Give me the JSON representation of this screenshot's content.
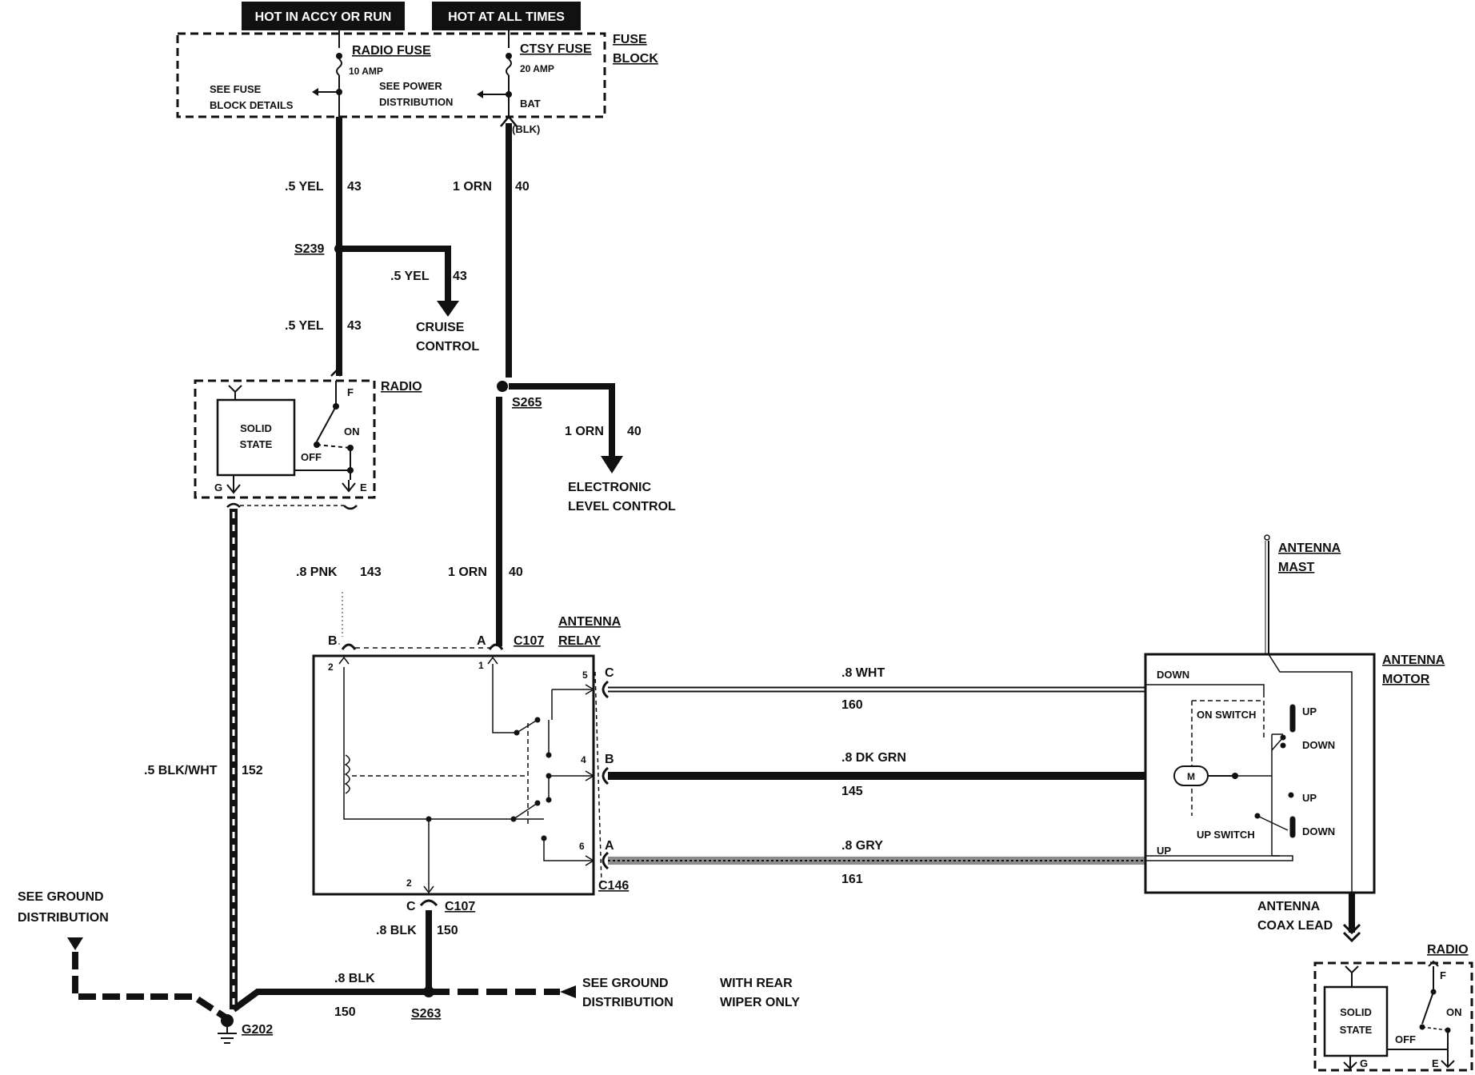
{
  "header": {
    "hot_accy_run": "HOT IN ACCY OR RUN",
    "hot_all_times": "HOT AT ALL TIMES"
  },
  "fuse_block": {
    "title_line1": "FUSE",
    "title_line2": "BLOCK",
    "radio_fuse": "RADIO FUSE",
    "radio_fuse_rating": "10 AMP",
    "ctsy_fuse": "CTSY FUSE",
    "ctsy_fuse_rating": "20 AMP",
    "see_fuse_line1": "SEE FUSE",
    "see_fuse_line2": "BLOCK DETAILS",
    "see_power_line1": "SEE POWER",
    "see_power_line2": "DISTRIBUTION",
    "bat": "BAT",
    "blk": "(BLK)"
  },
  "wires": {
    "yel_top": ".5 YEL",
    "yel_top_num": "43",
    "orn_top": "1 ORN",
    "orn_top_num": "40",
    "s239": "S239",
    "yel_branch": ".5 YEL",
    "yel_branch_num": "43",
    "cruise_line1": "CRUISE",
    "cruise_line2": "CONTROL",
    "yel_low": ".5 YEL",
    "yel_low_num": "43",
    "s265": "S265",
    "orn_branch": "1 ORN",
    "orn_branch_num": "40",
    "elc_line1": "ELECTRONIC",
    "elc_line2": "LEVEL CONTROL",
    "pnk": ".8 PNK",
    "pnk_num": "143",
    "orn_low": "1 ORN",
    "orn_low_num": "40",
    "blkwht": ".5 BLK/WHT",
    "blkwht_num": "152",
    "wht": ".8 WHT",
    "wht_num": "160",
    "dkgrn": ".8 DK GRN",
    "dkgrn_num": "145",
    "gry": ".8 GRY",
    "gry_num": "161",
    "blk_relay": ".8 BLK",
    "blk_relay_num": "150",
    "blk_bottom": ".8 BLK",
    "blk_bottom_num": "150"
  },
  "radio_top": {
    "title": "RADIO",
    "solid_line1": "SOLID",
    "solid_line2": "STATE",
    "f": "F",
    "on": "ON",
    "off": "OFF",
    "g": "G",
    "e": "E"
  },
  "relay": {
    "title_line1": "ANTENNA",
    "title_line2": "RELAY",
    "c107_top": "C107",
    "c107_bottom": "C107",
    "c146": "C146",
    "pin_b": "B",
    "pin_a": "A",
    "pin_c": "C",
    "n2_top": "2",
    "n1": "1",
    "n5": "5",
    "n4": "4",
    "n6": "6",
    "n2_bottom": "2",
    "c146_c": "C",
    "c146_b": "B",
    "c146_a": "A"
  },
  "motor": {
    "mast_line1": "ANTENNA",
    "mast_line2": "MAST",
    "title_line1": "ANTENNA",
    "title_line2": "MOTOR",
    "down_label": "DOWN",
    "up_label": "UP",
    "on_switch": "ON SWITCH",
    "up_switch": "UP SWITCH",
    "up1": "UP",
    "down1": "DOWN",
    "up2": "UP",
    "down2": "DOWN",
    "m": "M",
    "coax_line1": "ANTENNA",
    "coax_line2": "COAX LEAD"
  },
  "radio_bottom": {
    "title": "RADIO",
    "solid_line1": "SOLID",
    "solid_line2": "STATE",
    "f": "F",
    "on": "ON",
    "off": "OFF",
    "g": "G",
    "e": "E"
  },
  "ground": {
    "see_ground_left_line1": "SEE GROUND",
    "see_ground_left_line2": "DISTRIBUTION",
    "g202": "G202",
    "s263": "S263",
    "see_ground_right_line1": "SEE GROUND",
    "see_ground_right_line2": "DISTRIBUTION",
    "rear_wiper_line1": "WITH REAR",
    "rear_wiper_line2": "WIPER ONLY"
  }
}
